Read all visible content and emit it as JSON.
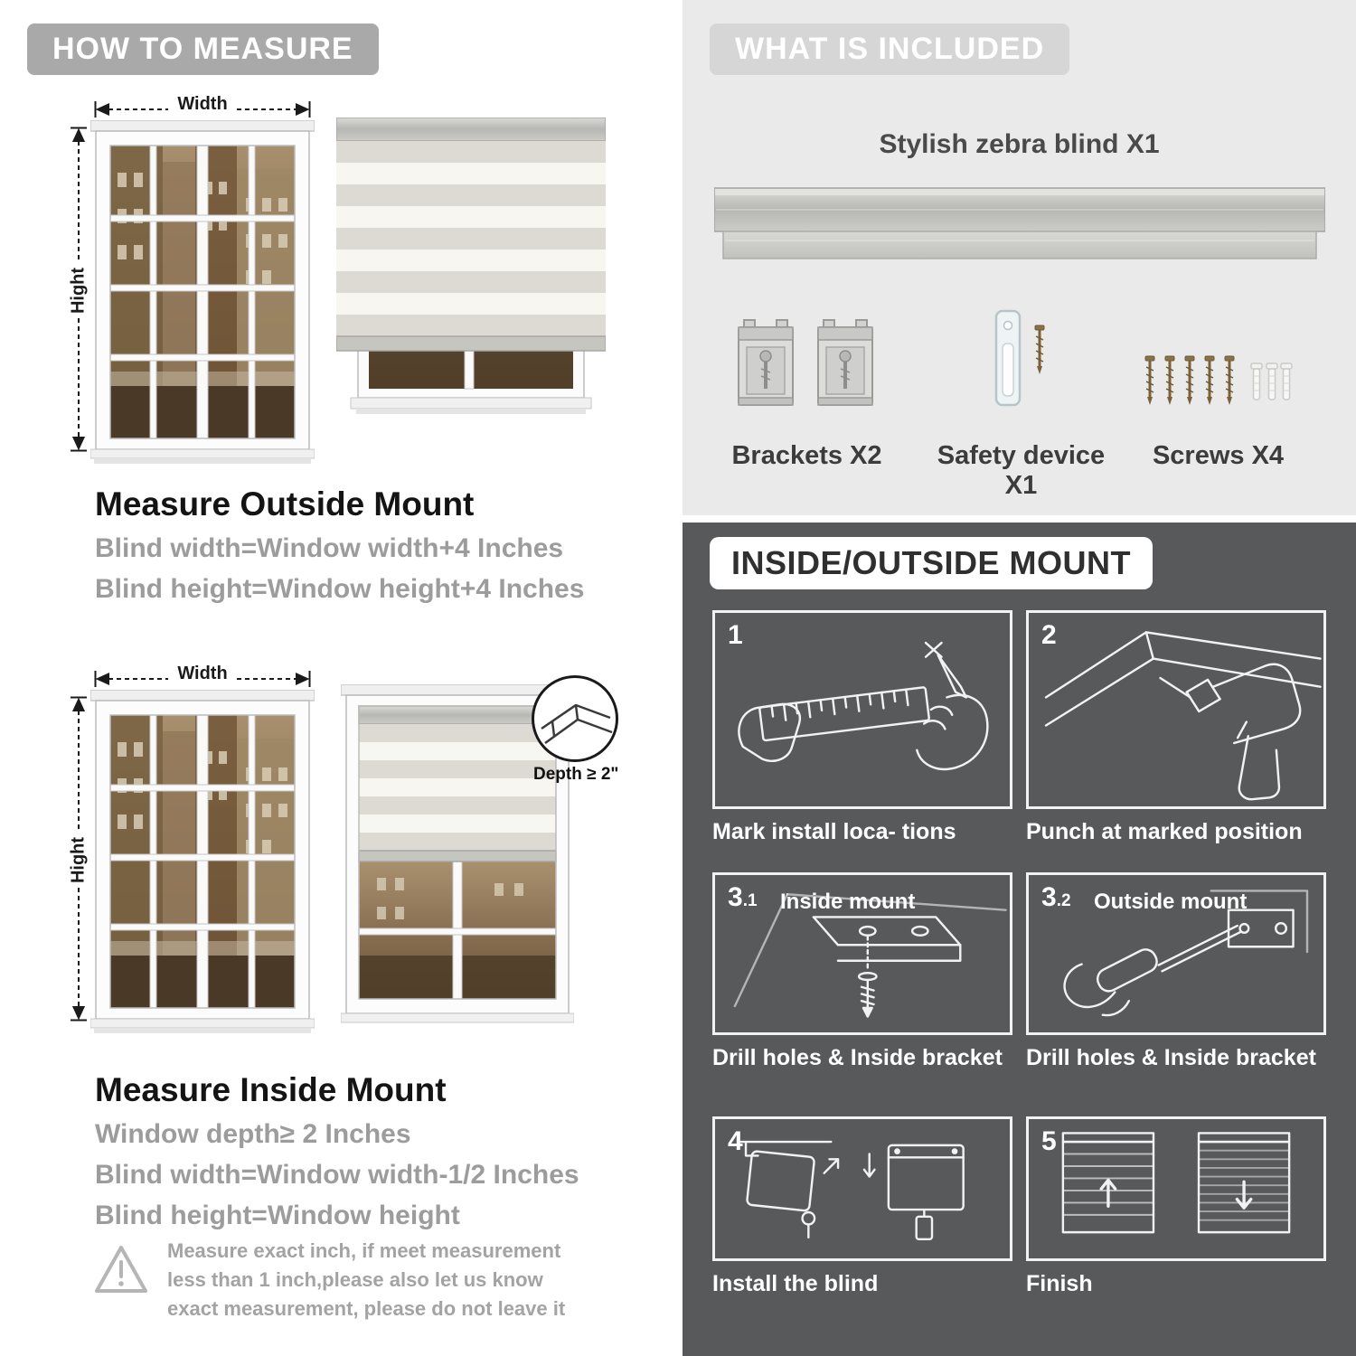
{
  "colors": {
    "badge_dark": "#a9a9a9",
    "badge_light": "#d6d6d6",
    "light_section_bg": "#eaeaea",
    "dark_section_bg": "#58595b",
    "accent_text_gray": "#9c9c9c"
  },
  "measure": {
    "header": "HOW TO MEASURE",
    "width_label": "Width",
    "height_label": "Hight",
    "outside": {
      "title": "Measure Outside Mount",
      "lines": [
        "Blind width=Window width+4 Inches",
        "Blind height=Window height+4 Inches"
      ]
    },
    "inside": {
      "depth_callout": "Depth ≥ 2\"",
      "title": "Measure Inside Mount",
      "lines": [
        "Window depth≥ 2 Inches",
        "Blind width=Window width-1/2 Inches",
        "Blind height=Window height"
      ]
    },
    "warning": "Measure exact inch, if meet measurement less than 1 inch,please also let us know exact measurement, please do not leave it"
  },
  "included": {
    "header": "WHAT IS INCLUDED",
    "blind_label": "Stylish zebra blind X1",
    "items": [
      {
        "label": "Brackets X2"
      },
      {
        "label": "Safety device X1"
      },
      {
        "label": "Screws X4"
      }
    ]
  },
  "mount": {
    "header": "INSIDE/OUTSIDE MOUNT",
    "steps": [
      {
        "num": "1",
        "sub": "",
        "label": "",
        "caption": "Mark install loca- tions"
      },
      {
        "num": "2",
        "sub": "",
        "label": "",
        "caption": "Punch at  marked position"
      },
      {
        "num": "3",
        "sub": ".1",
        "label": "Inside mount",
        "caption": "Drill holes &  Inside bracket"
      },
      {
        "num": "3",
        "sub": ".2",
        "label": "Outside mount",
        "caption": "Drill holes &  Inside bracket"
      },
      {
        "num": "4",
        "sub": "",
        "label": "",
        "caption": "Install the blind"
      },
      {
        "num": "5",
        "sub": "",
        "label": "",
        "caption": "Finish"
      }
    ]
  }
}
